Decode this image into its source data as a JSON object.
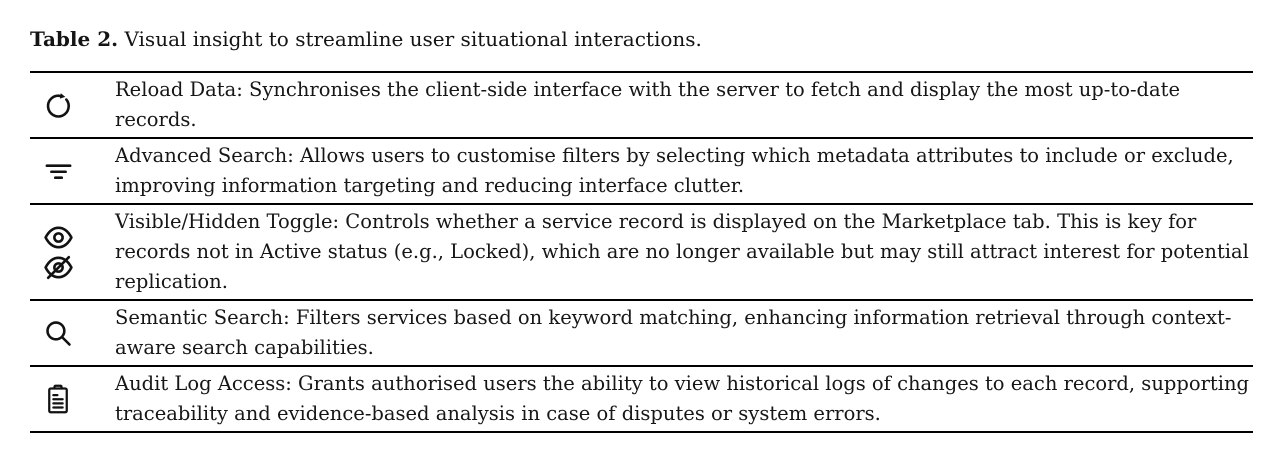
{
  "title": {
    "label": "Table 2.",
    "text": "Visual insight to streamline user situational interactions."
  },
  "table": {
    "rows": [
      {
        "icon": "reload-icon",
        "text": "Reload Data: Synchronises the client-side interface with the server to fetch and display the most up-to-date records."
      },
      {
        "icon": "filter-icon",
        "text": "Advanced Search: Allows users to customise filters by selecting which metadata attributes to include or exclude, improving information targeting and reducing interface clutter."
      },
      {
        "icon": "eye-icon / eye-off-icon",
        "text": "Visible/Hidden Toggle: Controls whether a service record is displayed on the Marketplace tab. This is key for records not in Active status (e.g., Locked), which are no longer available but may still attract interest for potential replication."
      },
      {
        "icon": "search-icon",
        "text": "Semantic Search: Filters services based on keyword matching, enhancing information retrieval through context-aware search capabilities."
      },
      {
        "icon": "clipboard-icon",
        "text": "Audit Log Access: Grants authorised users the ability to view historical logs of changes to each record, supporting traceability and evidence-based analysis in case of disputes or system errors."
      }
    ]
  }
}
